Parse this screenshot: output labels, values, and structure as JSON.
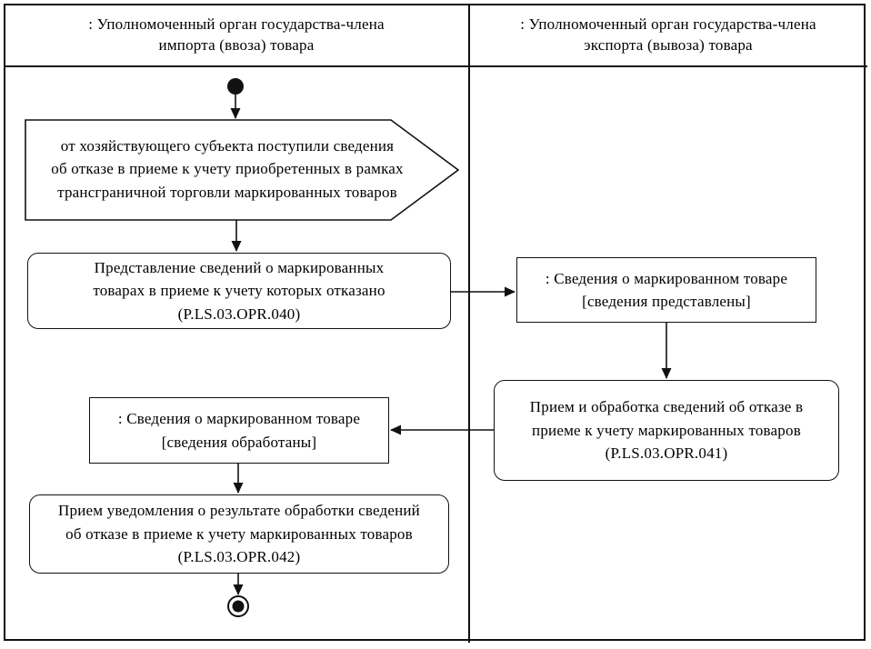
{
  "colors": {
    "line": "#111111",
    "background": "#ffffff",
    "text": "#000000"
  },
  "lanes": [
    {
      "title_lines": [
        ": Уполномоченный орган государства-члена",
        "импорта (ввоза) товара"
      ]
    },
    {
      "title_lines": [
        ": Уполномоченный орган государства-члена",
        "экспорта (вывоза) товара"
      ]
    }
  ],
  "nodes": {
    "signal_receive": {
      "lines": [
        "от хозяйствующего субъекта поступили сведения",
        "об отказе в приеме к учету приобретенных в рамках",
        "трансграничной торговли маркированных товаров"
      ]
    },
    "action_presentation": {
      "lines": [
        "Представление сведений о маркированных",
        "товарах в приеме к учету которых отказано",
        "(P.LS.03.OPR.040)"
      ]
    },
    "object_presented": {
      "lines": [
        ": Сведения о маркированном товаре",
        "[сведения представлены]"
      ]
    },
    "action_processing": {
      "lines": [
        "Прием и обработка сведений об отказе в",
        "приеме к учету маркированных товаров",
        "(P.LS.03.OPR.041)"
      ]
    },
    "object_processed": {
      "lines": [
        ": Сведения о маркированном товаре",
        "[сведения обработаны]"
      ]
    },
    "action_notification": {
      "lines": [
        "Прием уведомления о результате обработки сведений",
        "об отказе в приеме к учету маркированных товаров",
        "(P.LS.03.OPR.042)"
      ]
    }
  }
}
